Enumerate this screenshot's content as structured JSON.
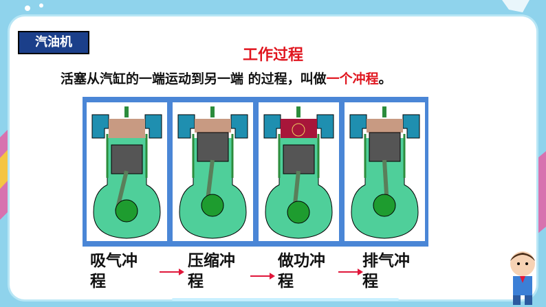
{
  "tag": "汽油机",
  "title": "工作过程",
  "description": {
    "part1": "活塞从汽缸的一端运动到另一端 的过程，叫做",
    "highlight": "一个冲程",
    "part2": "。"
  },
  "strokes": [
    {
      "line1": "吸气冲",
      "line2": "程"
    },
    {
      "line1": "压缩冲",
      "line2": "程"
    },
    {
      "line1": "做功冲",
      "line2": "程"
    },
    {
      "line1": "排气冲",
      "line2": "程"
    }
  ],
  "colors": {
    "tag_bg": "#1b3f8a",
    "title": "#e0161f",
    "panel": "#4a86d6",
    "crankcase": "#4fcf9a",
    "arrow": "#e0163a"
  }
}
